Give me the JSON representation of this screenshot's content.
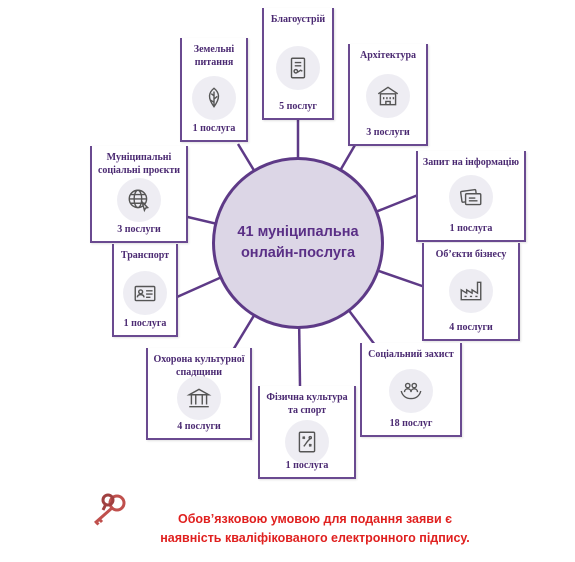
{
  "center": {
    "line1": "41 муніципальна",
    "line2": "онлайн-послуга"
  },
  "services": [
    {
      "title": "Благоустрій",
      "count": "5 послуг",
      "icon": "document-certificate-icon"
    },
    {
      "title": "Архітектура",
      "count": "3 послуги",
      "icon": "building-icon"
    },
    {
      "title": "Запит на інформацію",
      "count": "1 послуга",
      "icon": "cards-icon"
    },
    {
      "title": "Об’єкти бізнесу",
      "count": "4 послуги",
      "icon": "factory-icon"
    },
    {
      "title": "Соціальний захист",
      "count": "18 послуг",
      "icon": "hands-people-icon"
    },
    {
      "title": "Фізична культура\nта спорт",
      "count": "1 послуга",
      "icon": "tactics-board-icon"
    },
    {
      "title": "Охорона культурної\nспадщини",
      "count": "4 послуги",
      "icon": "museum-icon"
    },
    {
      "title": "Транспорт",
      "count": "1 послуга",
      "icon": "id-card-icon"
    },
    {
      "title": "Муніципальні\nсоціальні проєкти",
      "count": "3 послуги",
      "icon": "globe-cursor-icon"
    },
    {
      "title": "Земельні\nпитання",
      "count": "1 послуга",
      "icon": "leaf-icon"
    }
  ],
  "notice": {
    "line1": "Обов’язковою умовою для подання заяви є",
    "line2": "наявність кваліфікованого електронного підпису.",
    "icon": "keys-icon"
  },
  "colors": {
    "accent": "#5e3a87",
    "hub_fill": "#dcd6e6",
    "notice_text": "#e0201f",
    "key_color": "#c0504d"
  }
}
